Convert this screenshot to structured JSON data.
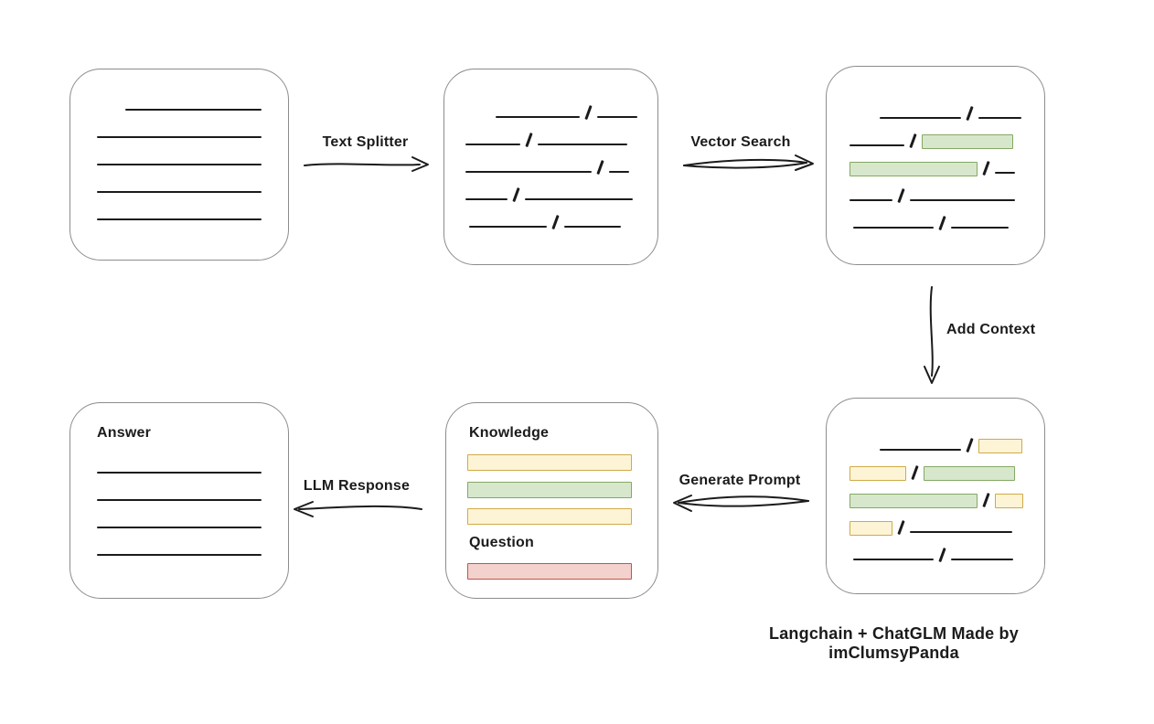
{
  "caption": {
    "text": "Langchain + ChatGLM Made by imClumsyPanda"
  },
  "colors": {
    "background": "#ffffff",
    "box_border": "#8c8c8c",
    "stroke": "#1b1b1b",
    "green_fill": "#d7e7cc",
    "green_border": "#84a864",
    "yellow_fill": "#fdf4d6",
    "yellow_border": "#d0aa48",
    "red_fill": "#f3d1cd",
    "red_border": "#bc564e"
  },
  "arrows": {
    "text_splitter": {
      "label": "Text Splitter"
    },
    "vector_search": {
      "label": "Vector Search"
    },
    "add_context": {
      "label": "Add Context"
    },
    "generate_prompt": {
      "label": "Generate Prompt"
    },
    "llm_response": {
      "label": "LLM Response"
    }
  },
  "nodes": {
    "prompt": {
      "knowledge_label": "Knowledge",
      "question_label": "Question"
    },
    "answer": {
      "label": "Answer"
    }
  }
}
